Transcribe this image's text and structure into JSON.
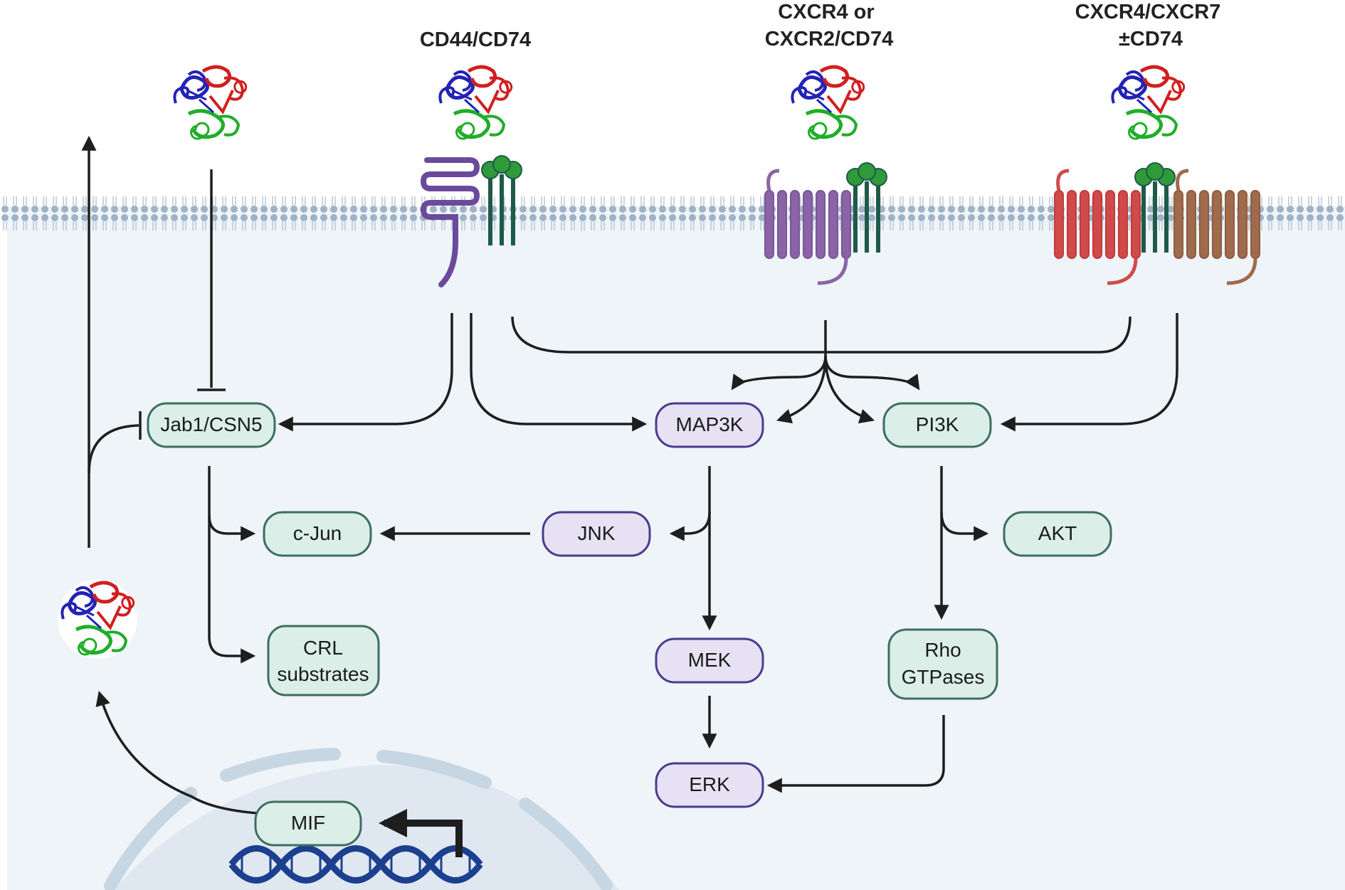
{
  "receptor_labels": {
    "cd44": [
      "CD44/CD74"
    ],
    "cxcr4": [
      "CXCR4 or",
      "CXCR2/CD74"
    ],
    "cxcr7": [
      "CXCR4/CXCR7",
      "±CD74"
    ]
  },
  "nodes": {
    "jab1": [
      "Jab1/CSN5"
    ],
    "map3k": [
      "MAP3K"
    ],
    "pi3k": [
      "PI3K"
    ],
    "cjun": [
      "c-Jun"
    ],
    "jnk": [
      "JNK"
    ],
    "akt": [
      "AKT"
    ],
    "crl": [
      "CRL",
      "substrates"
    ],
    "mek": [
      "MEK"
    ],
    "rho": [
      "Rho",
      "GTPases"
    ],
    "erk": [
      "ERK"
    ],
    "mif": [
      "MIF"
    ]
  },
  "colors": {
    "green_node_fill": "#dbeee8",
    "green_node_stroke": "#3d6e60",
    "purple_node_fill": "#e6e2f4",
    "purple_node_stroke": "#4b3a8e",
    "cytoplasm": "#eef4f8",
    "cd44": "#6a4a9c",
    "cd74": "#1e5a48",
    "cd74_head": "#2f9a3a",
    "cxcr4_purple": "#8a64a6",
    "cxcr4_red": "#d04a4a",
    "cxcr7_brown": "#a06a4c",
    "dna": "#1d3f8f"
  }
}
